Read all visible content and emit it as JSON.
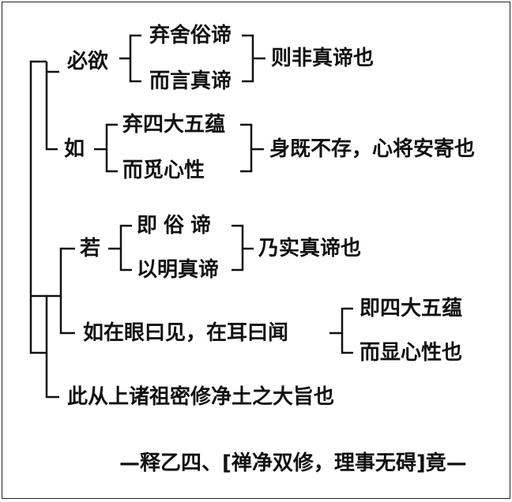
{
  "branch_1": {
    "label": "必欲",
    "items": [
      "弃舍俗谛",
      "而言真谛"
    ],
    "result": "则非真谛也"
  },
  "branch_2": {
    "label": "如",
    "items": [
      "弃四大五蕴",
      "而觅心性"
    ],
    "result": "身既不存，心将安寄也"
  },
  "branch_3": {
    "label": "若",
    "items": [
      "即俗谛",
      "以明真谛"
    ],
    "result": "乃实真谛也"
  },
  "branch_4": {
    "label": "如在眼曰见，在耳曰闻",
    "items": [
      "即四大五蕴",
      "而显心性也"
    ]
  },
  "conclusion": "此从上诸祖密修净土之大旨也",
  "footer": "—释乙四、[禅净双修，理事无碍]竟—",
  "colors": {
    "ink": "#111111",
    "background": "#ffffff",
    "border": "#222222"
  }
}
